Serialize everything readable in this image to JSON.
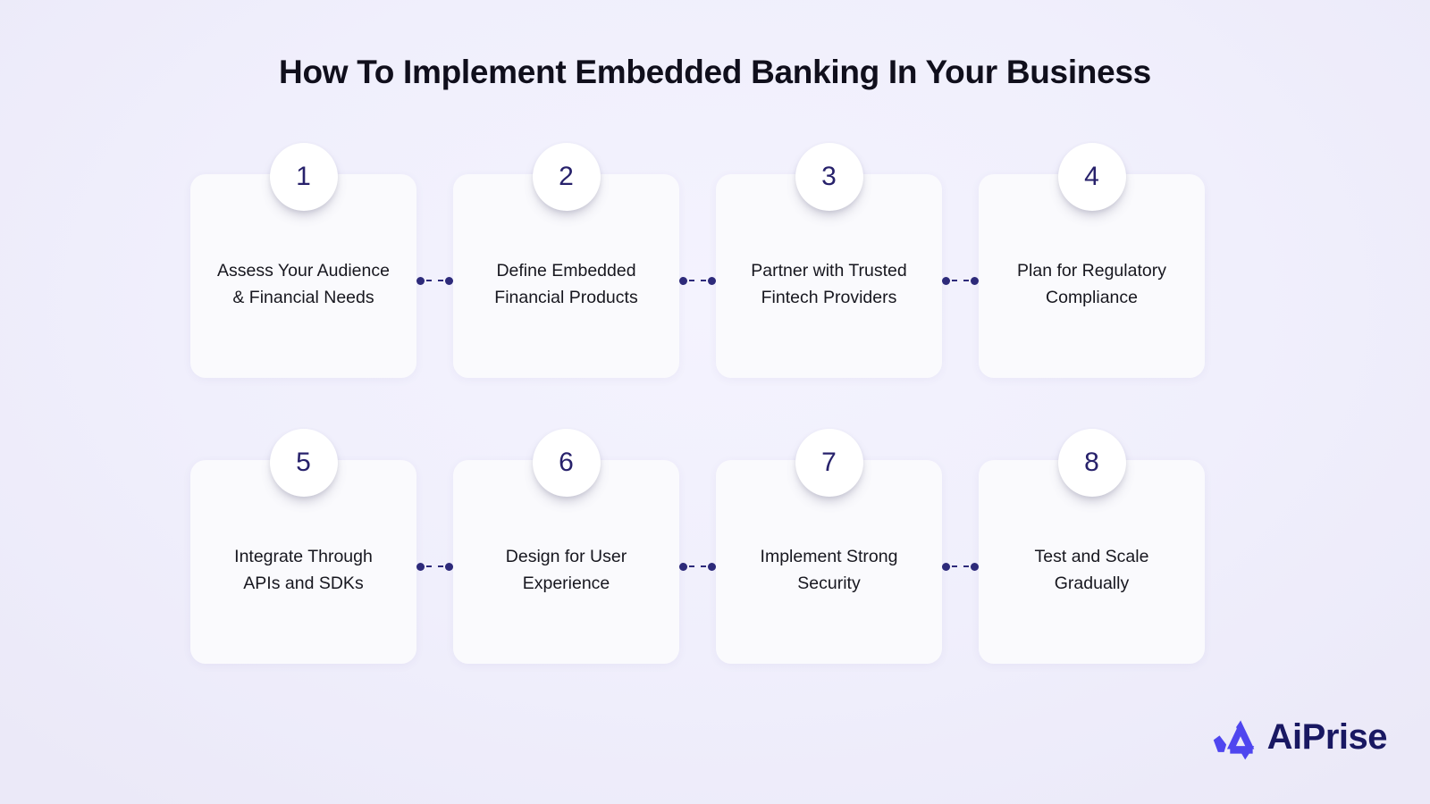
{
  "title": "How To Implement Embedded Banking In Your Business",
  "colors": {
    "background": "#f0effc",
    "card": "#fafafd",
    "badge_number": "#27216b",
    "label_text": "#17171f",
    "connector": "#2d2a7a",
    "logo_mark": "#4f46ef",
    "logo_word": "#191862"
  },
  "steps": [
    {
      "number": "1",
      "label": "Assess Your Audience\n& Financial Needs"
    },
    {
      "number": "2",
      "label": "Define Embedded\nFinancial Products"
    },
    {
      "number": "3",
      "label": "Partner with Trusted\nFintech Providers"
    },
    {
      "number": "4",
      "label": "Plan for Regulatory\nCompliance"
    },
    {
      "number": "5",
      "label": "Integrate Through\nAPIs and SDKs"
    },
    {
      "number": "6",
      "label": "Design for User\nExperience"
    },
    {
      "number": "7",
      "label": "Implement Strong\nSecurity"
    },
    {
      "number": "8",
      "label": "Test and Scale\nGradually"
    }
  ],
  "logo": {
    "name": "AiPrise",
    "mark": "aiprise-checkmark-triangle-icon"
  }
}
